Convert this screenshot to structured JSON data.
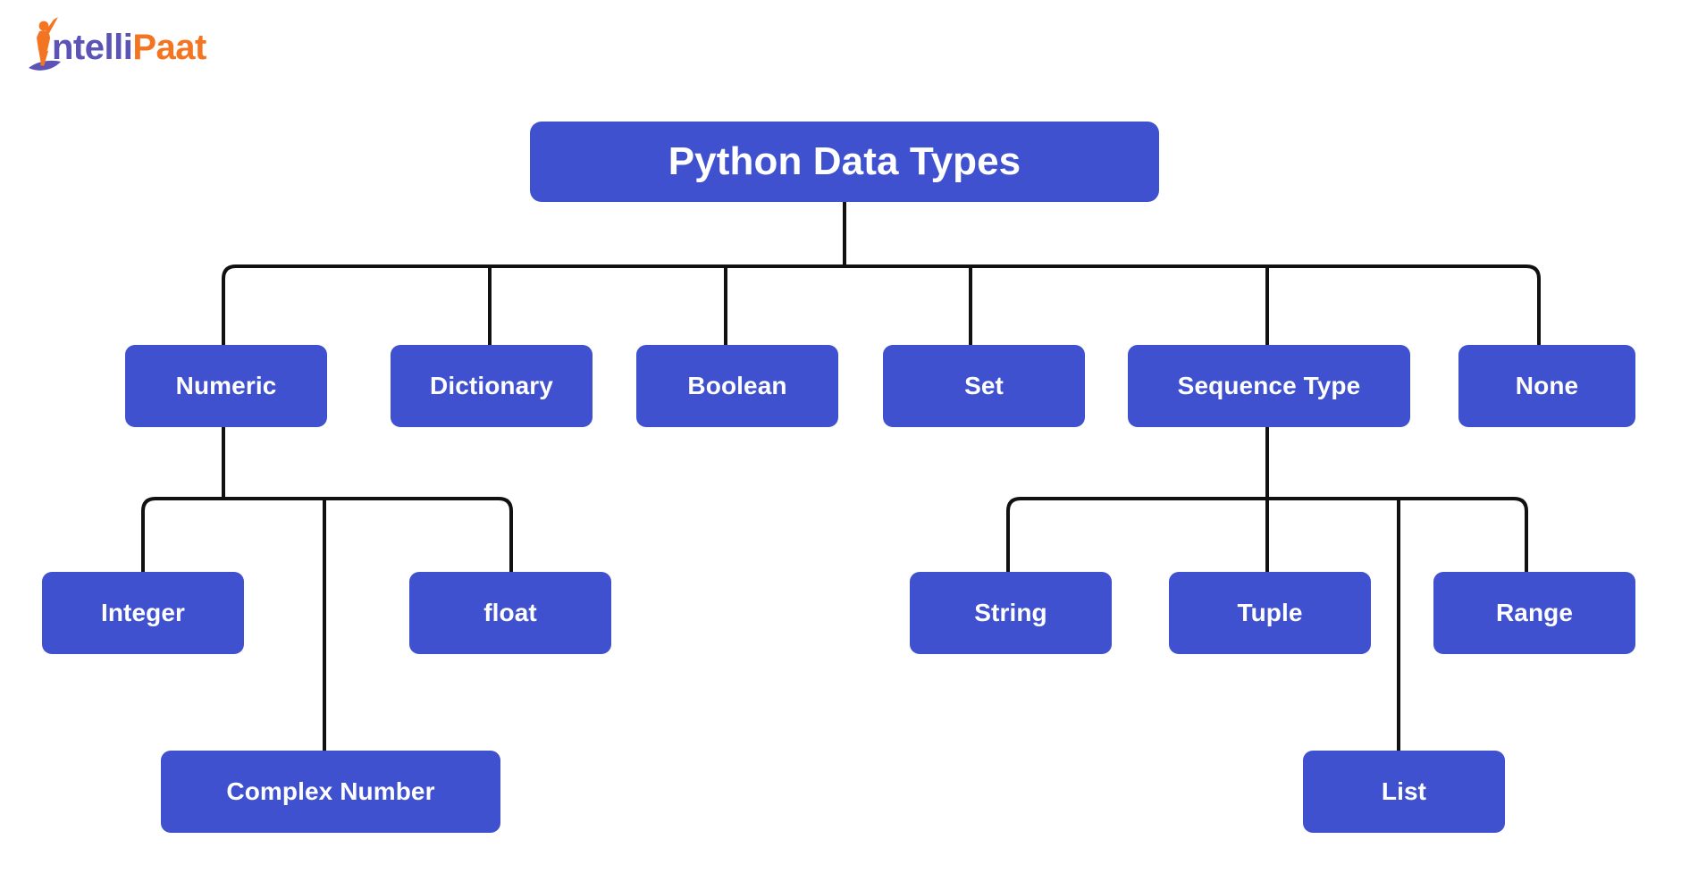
{
  "brand": {
    "name_part1": "ntelli",
    "name_part2": "Paat",
    "full_name": "IntelliPaat",
    "mark_icon": "person-jumping-icon",
    "color_part1": "#5b53b5",
    "color_part2": "#f47521"
  },
  "theme": {
    "node_fill": "#3f51cf",
    "node_text": "#ffffff",
    "edge_color": "#111111",
    "background": "#ffffff"
  },
  "diagram": {
    "type": "tree",
    "title": "Python Data Types",
    "root": {
      "id": "python-data-types",
      "label": "Python Data Types"
    },
    "level2": [
      {
        "id": "numeric",
        "label": "Numeric"
      },
      {
        "id": "dictionary",
        "label": "Dictionary"
      },
      {
        "id": "boolean",
        "label": "Boolean"
      },
      {
        "id": "set",
        "label": "Set"
      },
      {
        "id": "sequence-type",
        "label": "Sequence Type"
      },
      {
        "id": "none",
        "label": "None"
      }
    ],
    "numeric_children": [
      {
        "id": "integer",
        "label": "Integer"
      },
      {
        "id": "complex-number",
        "label": "Complex Number"
      },
      {
        "id": "float",
        "label": "float"
      }
    ],
    "sequence_children": [
      {
        "id": "string",
        "label": "String"
      },
      {
        "id": "tuple",
        "label": "Tuple"
      },
      {
        "id": "list",
        "label": "List"
      },
      {
        "id": "range",
        "label": "Range"
      }
    ],
    "edges": [
      {
        "from": "python-data-types",
        "to": "numeric"
      },
      {
        "from": "python-data-types",
        "to": "dictionary"
      },
      {
        "from": "python-data-types",
        "to": "boolean"
      },
      {
        "from": "python-data-types",
        "to": "set"
      },
      {
        "from": "python-data-types",
        "to": "sequence-type"
      },
      {
        "from": "python-data-types",
        "to": "none"
      },
      {
        "from": "numeric",
        "to": "integer"
      },
      {
        "from": "numeric",
        "to": "complex-number"
      },
      {
        "from": "numeric",
        "to": "float"
      },
      {
        "from": "sequence-type",
        "to": "string"
      },
      {
        "from": "sequence-type",
        "to": "tuple"
      },
      {
        "from": "sequence-type",
        "to": "list"
      },
      {
        "from": "sequence-type",
        "to": "range"
      }
    ]
  }
}
